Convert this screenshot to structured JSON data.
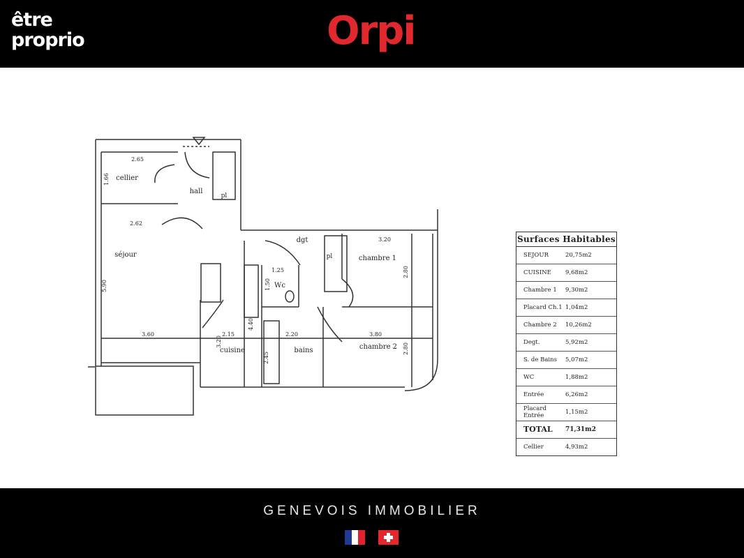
{
  "header": {
    "left_logo_line1": "être",
    "left_logo_line2": "proprio",
    "center_logo": "Orpi",
    "brand_red": "#e0282e",
    "bar_color": "#000000"
  },
  "plan": {
    "rooms": {
      "cellier": "cellier",
      "hall": "hall",
      "pl1": "pl",
      "sejour": "séjour",
      "dgt": "dgt",
      "pl2": "pl",
      "chambre1": "chambre 1",
      "wc": "Wc",
      "cuisine": "cuisine",
      "bains": "bains",
      "chambre2": "chambre 2"
    },
    "dimensions": {
      "d265": "2.65",
      "d166": "1.66",
      "d262": "2.62",
      "d590": "5.90",
      "d360": "3.60",
      "d320a": "3.20",
      "d280a": "2.80",
      "d125": "1.25",
      "d150": "1.50",
      "d440": "4.40",
      "d215": "2.15",
      "d320b": "3.20",
      "d220": "2.20",
      "d380": "3.80",
      "d280b": "2.80",
      "d245": "2.45"
    }
  },
  "surfaces_table": {
    "title": "Surfaces Habitables",
    "rows": [
      {
        "label": "SEJOUR",
        "value": "20,75m2"
      },
      {
        "label": "CUISINE",
        "value": "9,68m2"
      },
      {
        "label": "Chambre 1",
        "value": "9,30m2"
      },
      {
        "label": "Placard Ch.1",
        "value": "1,04m2"
      },
      {
        "label": "Chambre 2",
        "value": "10,26m2"
      },
      {
        "label": "Degt.",
        "value": "5,92m2"
      },
      {
        "label": "S. de Bains",
        "value": "5,07m2"
      },
      {
        "label": "WC",
        "value": "1,88m2"
      },
      {
        "label": "Entrée",
        "value": "6,26m2"
      },
      {
        "label": "Placard Entrée",
        "value": "1,15m2"
      },
      {
        "label": "TOTAL",
        "value": "71,31m2"
      },
      {
        "label": "Cellier",
        "value": "4,93m2"
      }
    ]
  },
  "footer": {
    "agency_name": "GENEVOIS IMMOBILIER",
    "flag_fr_colors": [
      "#1f3a93",
      "#ffffff",
      "#e1242b"
    ],
    "flag_ch_color": "#e4282c"
  }
}
